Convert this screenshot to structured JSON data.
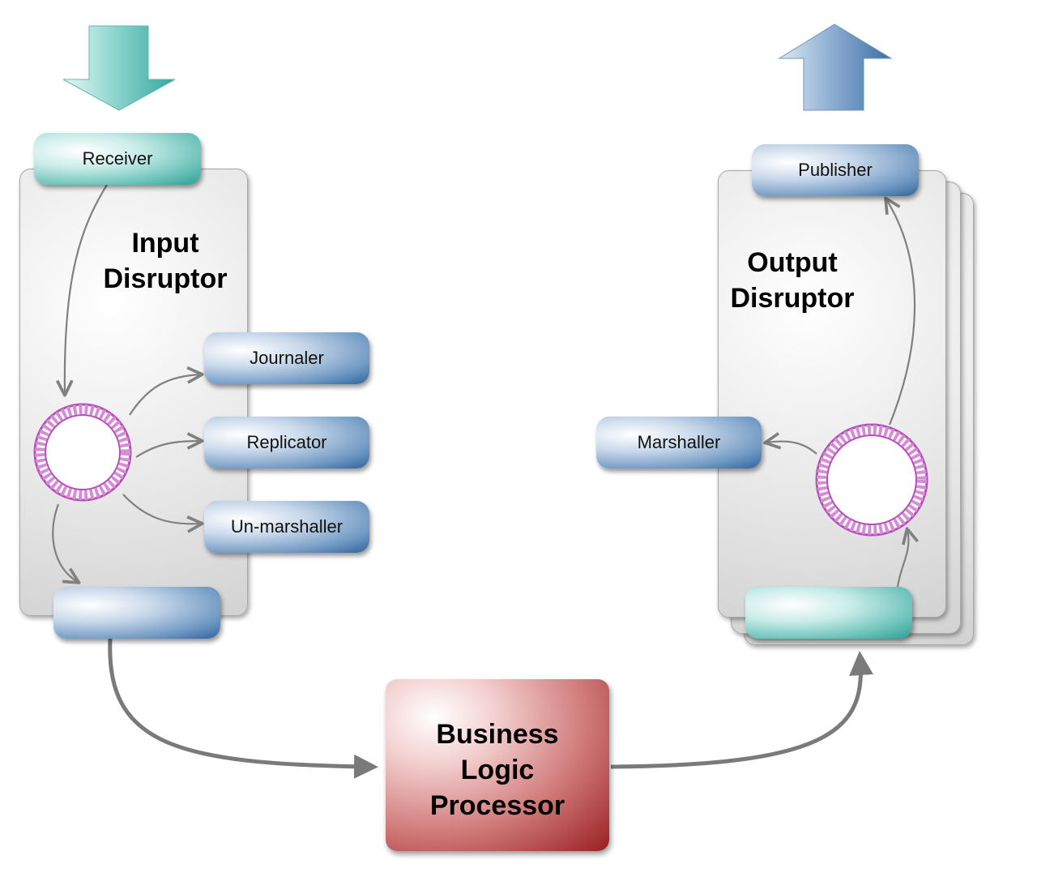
{
  "input_disruptor": {
    "title_line1": "Input",
    "title_line2": "Disruptor",
    "receiver_label": "Receiver",
    "consumers": [
      "Journaler",
      "Replicator",
      "Un-marshaller"
    ]
  },
  "output_disruptor": {
    "title_line1": "Output",
    "title_line2": "Disruptor",
    "publisher_label": "Publisher",
    "marshaller_label": "Marshaller"
  },
  "business_logic_processor": {
    "line1": "Business",
    "line2": "Logic",
    "line3": "Processor"
  },
  "colors": {
    "ring": "#c060c0",
    "arrow": "#808080",
    "teal": "#2d9e96",
    "blue": "#2f639c",
    "red": "#9a1f1f"
  }
}
